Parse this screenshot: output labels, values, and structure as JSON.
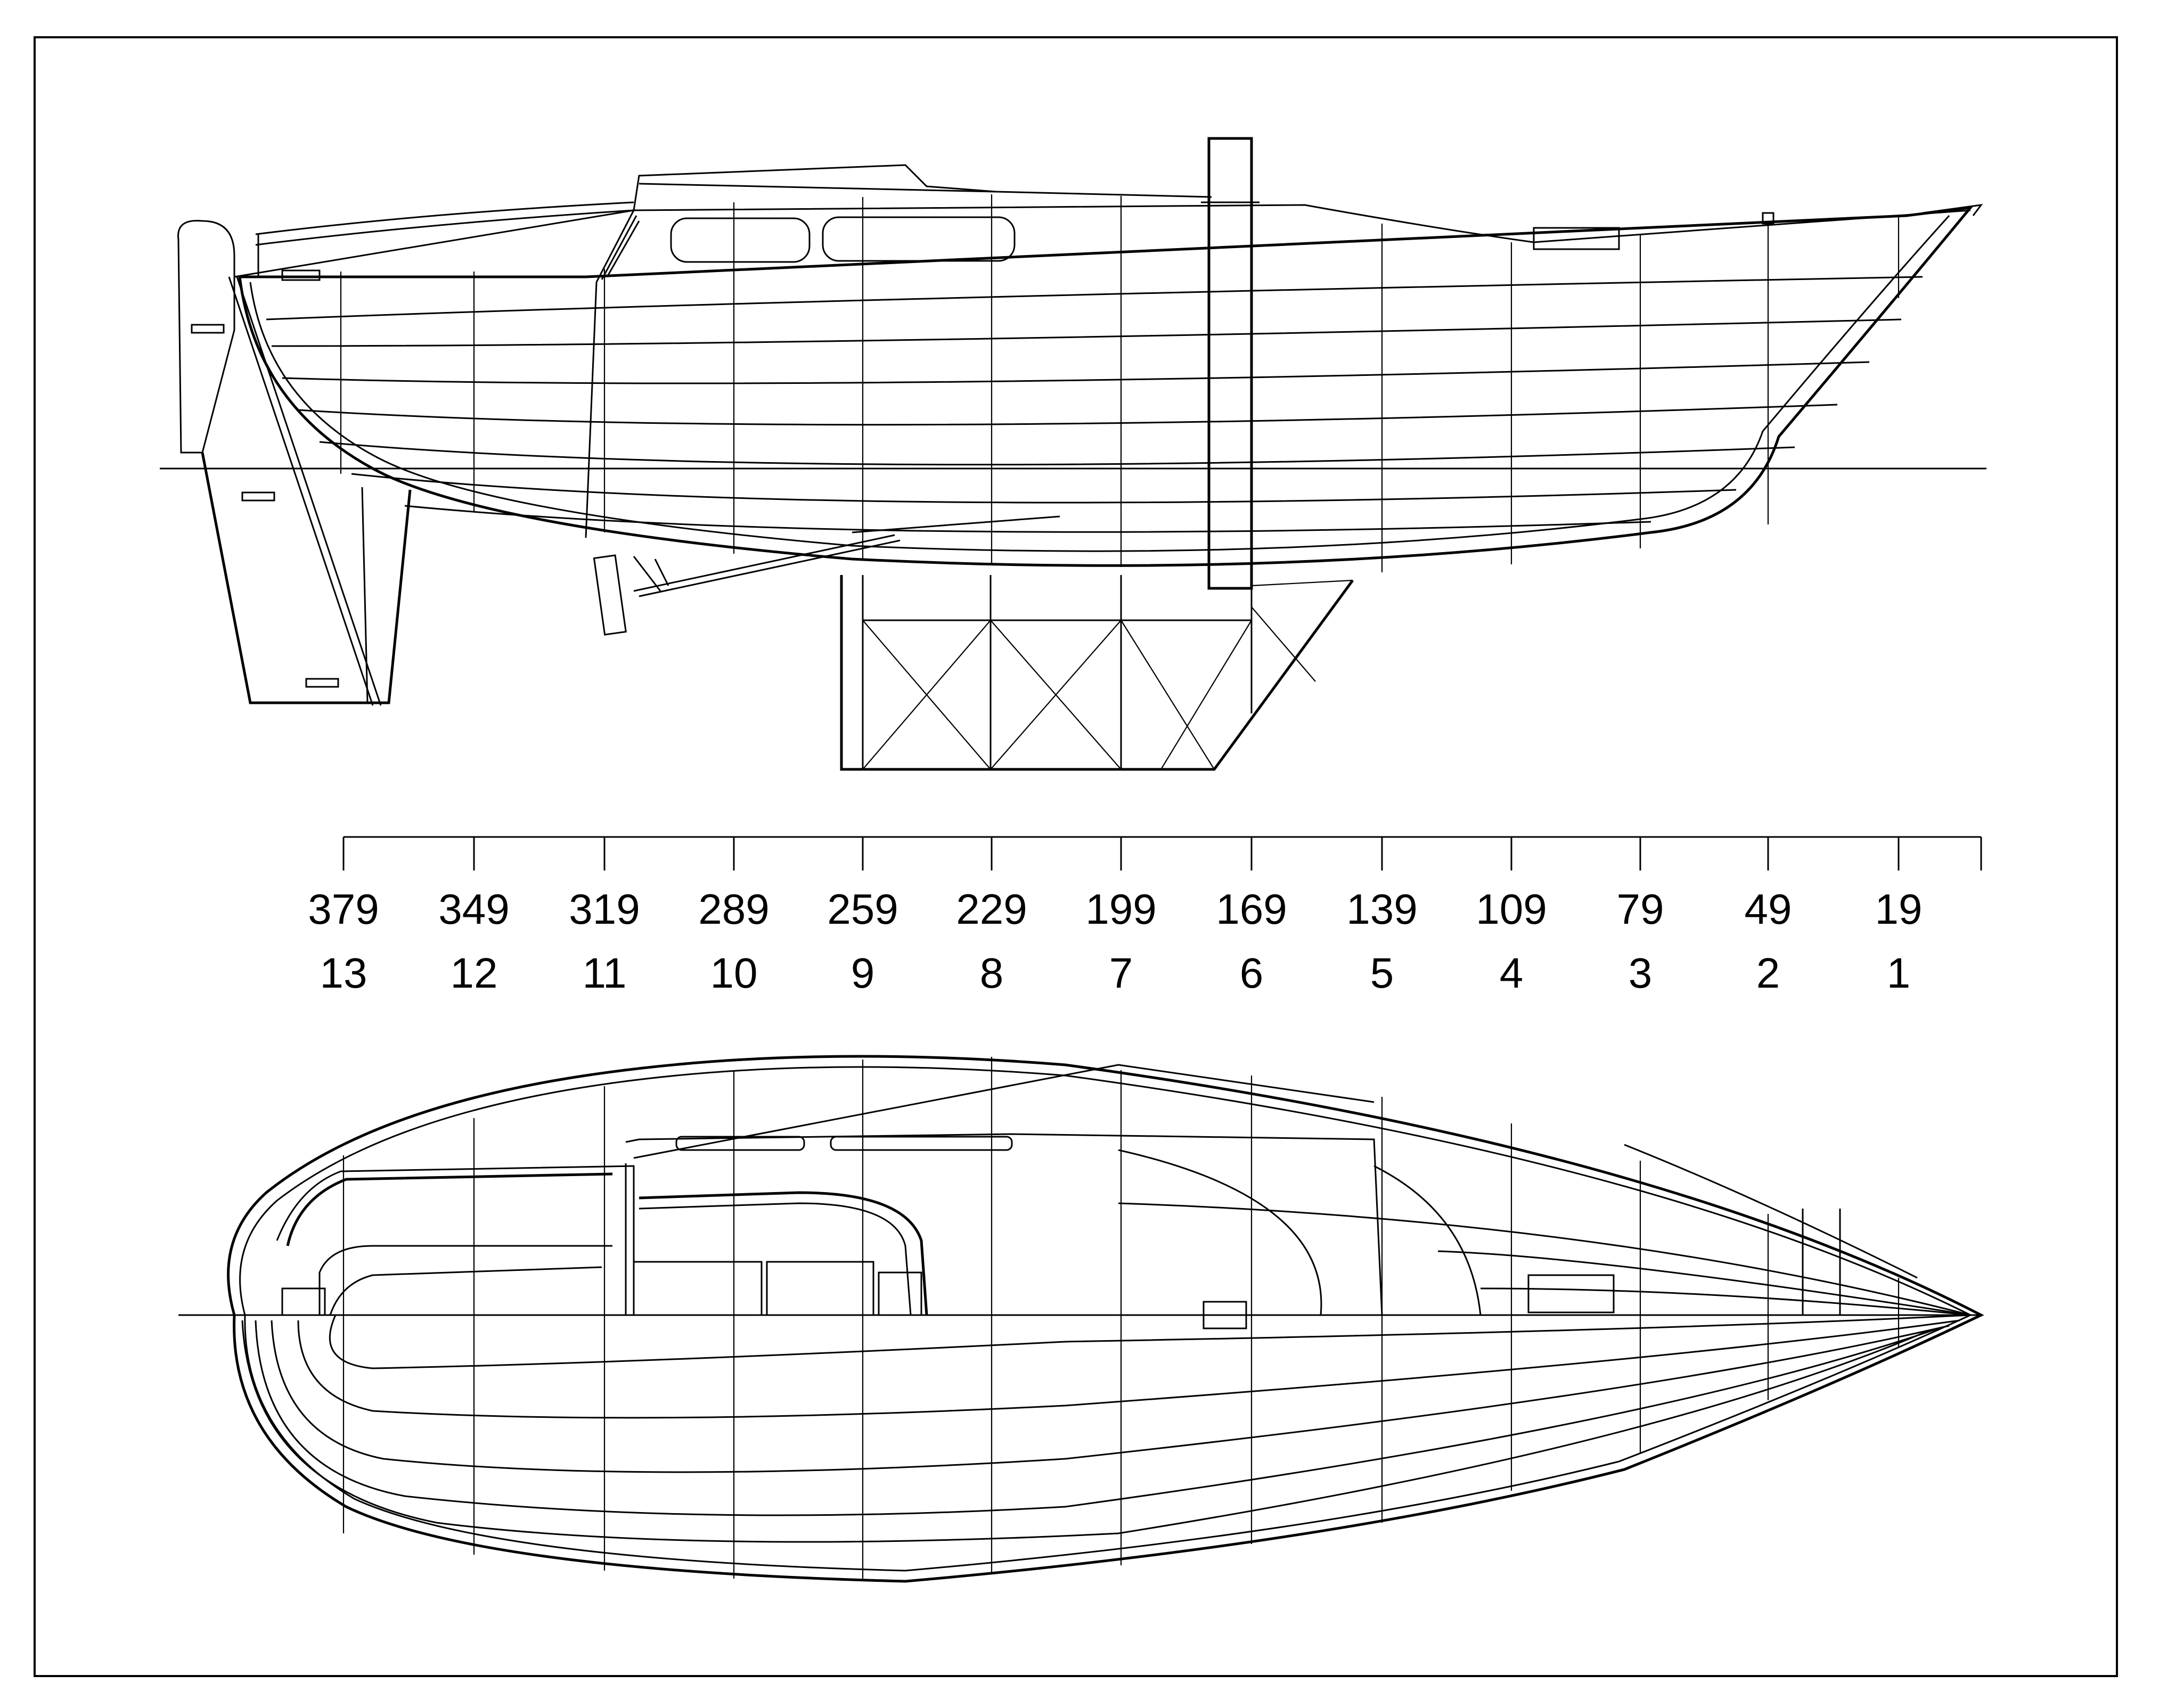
{
  "drawing": {
    "station_offsets": [
      "379",
      "349",
      "319",
      "289",
      "259",
      "229",
      "199",
      "169",
      "139",
      "109",
      "79",
      "49",
      "19"
    ],
    "station_numbers": [
      "13",
      "12",
      "11",
      "10",
      "9",
      "8",
      "7",
      "6",
      "5",
      "4",
      "3",
      "2",
      "1"
    ]
  }
}
